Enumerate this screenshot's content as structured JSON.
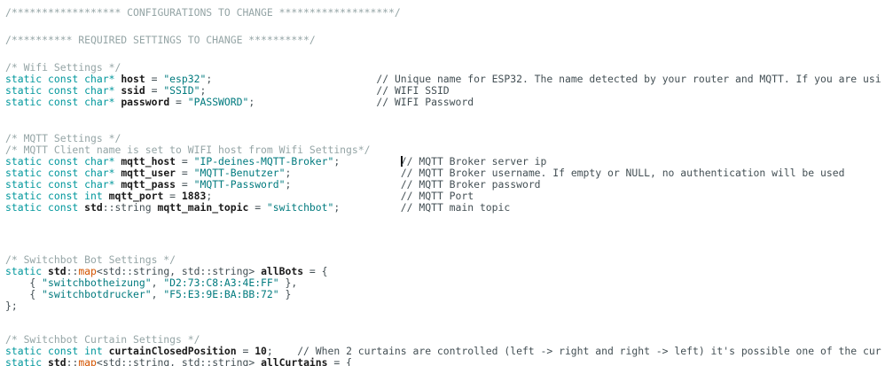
{
  "editor": {
    "background": "#ffffff",
    "language": "cpp",
    "colors": {
      "kw": "#00979c",
      "str": "#007a7e",
      "fn": "#d35400",
      "cmt": "#95a5a6",
      "lcmt": "#434f54",
      "pl": "#434f54",
      "id": "#1a1a1a",
      "caret": "#101010"
    },
    "caret": {
      "line": "mqtt_host",
      "note": "text cursor immediately before the // comment"
    },
    "lines": [
      {
        "name": "comment-configurations-banner",
        "seg": [
          {
            "t": "cmt",
            "s": "/****************** CONFIGURATIONS TO CHANGE *******************/"
          }
        ]
      },
      {
        "blank": true,
        "h": 18
      },
      {
        "name": "comment-required-banner",
        "seg": [
          {
            "t": "cmt",
            "s": "/********** REQUIRED SETTINGS TO CHANGE **********/"
          }
        ]
      },
      {
        "blank": true,
        "h": 18
      },
      {
        "name": "comment-wifi-settings",
        "seg": [
          {
            "t": "cmt",
            "s": "/* Wifi Settings */"
          }
        ]
      },
      {
        "name": "decl-host",
        "seg": [
          {
            "t": "kw",
            "s": "static const char*"
          },
          {
            "t": "pl",
            "s": " "
          },
          {
            "t": "id",
            "s": "host"
          },
          {
            "t": "pl",
            "s": " = "
          },
          {
            "t": "str",
            "s": "\"esp32\""
          },
          {
            "t": "pl",
            "s": ";"
          },
          {
            "t": "pl",
            "s": "                           "
          },
          {
            "t": "lcmt",
            "s": "// Unique name for ESP32. The name detected by your router and MQTT. If you are usi"
          }
        ]
      },
      {
        "name": "decl-ssid",
        "seg": [
          {
            "t": "kw",
            "s": "static const char*"
          },
          {
            "t": "pl",
            "s": " "
          },
          {
            "t": "id",
            "s": "ssid"
          },
          {
            "t": "pl",
            "s": " = "
          },
          {
            "t": "str",
            "s": "\"SSID\""
          },
          {
            "t": "pl",
            "s": ";"
          },
          {
            "t": "pl",
            "s": "                            "
          },
          {
            "t": "lcmt",
            "s": "// WIFI SSID"
          }
        ]
      },
      {
        "name": "decl-password",
        "seg": [
          {
            "t": "kw",
            "s": "static const char*"
          },
          {
            "t": "pl",
            "s": " "
          },
          {
            "t": "id",
            "s": "password"
          },
          {
            "t": "pl",
            "s": " = "
          },
          {
            "t": "str",
            "s": "\"PASSWORD\""
          },
          {
            "t": "pl",
            "s": ";"
          },
          {
            "t": "pl",
            "s": "                    "
          },
          {
            "t": "lcmt",
            "s": "// WIFI Password"
          }
        ]
      },
      {
        "blank": true,
        "h": 28
      },
      {
        "name": "comment-mqtt-settings",
        "seg": [
          {
            "t": "cmt",
            "s": "/* MQTT Settings */"
          }
        ]
      },
      {
        "name": "comment-mqtt-client",
        "seg": [
          {
            "t": "cmt",
            "s": "/* MQTT Client name is set to WIFI host from Wifi Settings*/"
          }
        ]
      },
      {
        "name": "decl-mqtt-host",
        "seg": [
          {
            "t": "kw",
            "s": "static const char*"
          },
          {
            "t": "pl",
            "s": " "
          },
          {
            "t": "id",
            "s": "mqtt_host"
          },
          {
            "t": "pl",
            "s": " = "
          },
          {
            "t": "str",
            "s": "\"IP-deines-MQTT-Broker\""
          },
          {
            "t": "pl",
            "s": ";"
          },
          {
            "t": "pl",
            "s": "          "
          },
          {
            "cursor": true
          },
          {
            "t": "lcmt",
            "s": "// MQTT Broker server ip"
          }
        ]
      },
      {
        "name": "decl-mqtt-user",
        "seg": [
          {
            "t": "kw",
            "s": "static const char*"
          },
          {
            "t": "pl",
            "s": " "
          },
          {
            "t": "id",
            "s": "mqtt_user"
          },
          {
            "t": "pl",
            "s": " = "
          },
          {
            "t": "str",
            "s": "\"MQTT-Benutzer\""
          },
          {
            "t": "pl",
            "s": ";"
          },
          {
            "t": "pl",
            "s": "                  "
          },
          {
            "t": "lcmt",
            "s": "// MQTT Broker username. If empty or NULL, no authentication will be used"
          }
        ]
      },
      {
        "name": "decl-mqtt-pass",
        "seg": [
          {
            "t": "kw",
            "s": "static const char*"
          },
          {
            "t": "pl",
            "s": " "
          },
          {
            "t": "id",
            "s": "mqtt_pass"
          },
          {
            "t": "pl",
            "s": " = "
          },
          {
            "t": "str",
            "s": "\"MQTT-Password\""
          },
          {
            "t": "pl",
            "s": ";"
          },
          {
            "t": "pl",
            "s": "                  "
          },
          {
            "t": "lcmt",
            "s": "// MQTT Broker password"
          }
        ]
      },
      {
        "name": "decl-mqtt-port",
        "seg": [
          {
            "t": "kw",
            "s": "static const int"
          },
          {
            "t": "pl",
            "s": " "
          },
          {
            "t": "id",
            "s": "mqtt_port"
          },
          {
            "t": "pl",
            "s": " = "
          },
          {
            "t": "id",
            "s": "1883"
          },
          {
            "t": "pl",
            "s": ";"
          },
          {
            "t": "pl",
            "s": "                               "
          },
          {
            "t": "lcmt",
            "s": "// MQTT Port"
          }
        ]
      },
      {
        "name": "decl-mqtt-main-topic",
        "seg": [
          {
            "t": "kw",
            "s": "static const"
          },
          {
            "t": "pl",
            "s": " "
          },
          {
            "t": "id",
            "s": "std"
          },
          {
            "t": "pl",
            "s": "::string "
          },
          {
            "t": "id",
            "s": "mqtt_main_topic"
          },
          {
            "t": "pl",
            "s": " = "
          },
          {
            "t": "str",
            "s": "\"switchbot\""
          },
          {
            "t": "pl",
            "s": ";"
          },
          {
            "t": "pl",
            "s": "          "
          },
          {
            "t": "lcmt",
            "s": "// MQTT main topic"
          }
        ]
      },
      {
        "blank": true,
        "h": 46
      },
      {
        "name": "comment-switchbot-bot-settings",
        "seg": [
          {
            "t": "cmt",
            "s": "/* Switchbot Bot Settings */"
          }
        ]
      },
      {
        "name": "decl-allbots",
        "seg": [
          {
            "t": "kw",
            "s": "static"
          },
          {
            "t": "pl",
            "s": " "
          },
          {
            "t": "id",
            "s": "std"
          },
          {
            "t": "pl",
            "s": "::"
          },
          {
            "t": "fn",
            "s": "map"
          },
          {
            "t": "pl",
            "s": "<std::string, std::string> "
          },
          {
            "t": "id",
            "s": "allBots"
          },
          {
            "t": "pl",
            "s": " = {"
          }
        ]
      },
      {
        "name": "map-entry-switchbotheizung",
        "seg": [
          {
            "t": "pl",
            "s": "    { "
          },
          {
            "t": "str",
            "s": "\"switchbotheizung\""
          },
          {
            "t": "pl",
            "s": ", "
          },
          {
            "t": "str",
            "s": "\"D2:73:C8:A3:4E:FF\""
          },
          {
            "t": "pl",
            "s": " },"
          }
        ]
      },
      {
        "name": "map-entry-switchbotdrucker",
        "seg": [
          {
            "t": "pl",
            "s": "    { "
          },
          {
            "t": "str",
            "s": "\"switchbotdrucker\""
          },
          {
            "t": "pl",
            "s": ", "
          },
          {
            "t": "str",
            "s": "\"F5:E3:9E:BA:BB:72\""
          },
          {
            "t": "pl",
            "s": " }"
          }
        ]
      },
      {
        "name": "map-close",
        "seg": [
          {
            "t": "pl",
            "s": "};"
          }
        ]
      },
      {
        "blank": true,
        "h": 25
      },
      {
        "name": "comment-switchbot-curtain-settings",
        "seg": [
          {
            "t": "cmt",
            "s": "/* Switchbot Curtain Settings */"
          }
        ]
      },
      {
        "name": "decl-curtain-closed-position",
        "seg": [
          {
            "t": "kw",
            "s": "static const int"
          },
          {
            "t": "pl",
            "s": " "
          },
          {
            "t": "id",
            "s": "curtainClosedPosition"
          },
          {
            "t": "pl",
            "s": " = "
          },
          {
            "t": "id",
            "s": "10"
          },
          {
            "t": "pl",
            "s": ";    "
          },
          {
            "t": "lcmt",
            "s": "// When 2 curtains are controlled (left -> right and right -> left) it's possible one of the cur"
          }
        ]
      },
      {
        "name": "decl-allcurtains",
        "seg": [
          {
            "t": "kw",
            "s": "static"
          },
          {
            "t": "pl",
            "s": " "
          },
          {
            "t": "id",
            "s": "std"
          },
          {
            "t": "pl",
            "s": "::"
          },
          {
            "t": "fn",
            "s": "map"
          },
          {
            "t": "pl",
            "s": "<std::string, std::string> "
          },
          {
            "t": "id",
            "s": "allCurtains"
          },
          {
            "t": "pl",
            "s": " = {"
          }
        ]
      }
    ]
  }
}
